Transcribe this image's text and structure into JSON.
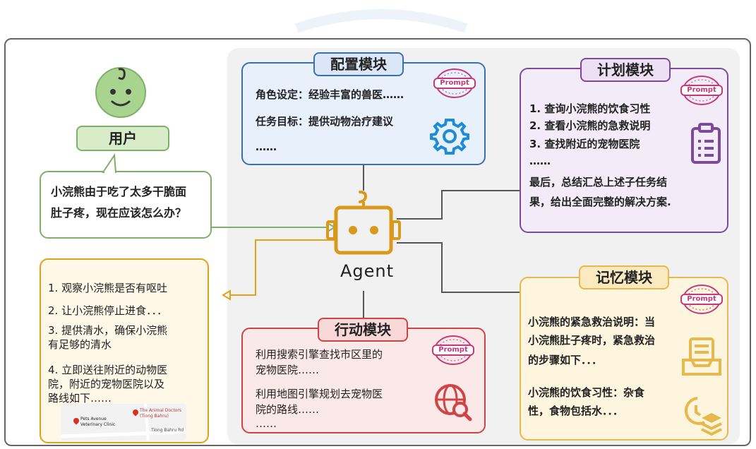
{
  "user": {
    "label": "用户",
    "question": [
      "小浣熊由于吃了太多干脆面",
      "肚子疼，现在应该怎么办？"
    ]
  },
  "answer": {
    "lines": [
      "1. 观察小浣熊是否有呕吐",
      "2. 让小浣熊停止进食．．．",
      "3. 提供清水，确保小浣熊",
      "有足够的清水",
      "4. 立即送往附近的动物医",
      "院，附近的宠物医院以及",
      "路线如下……"
    ],
    "map": {
      "place1": "Pets Avenue Veterinary Clinic",
      "place2": "The Animal Doctors (Tiong Bahru)",
      "road": "Tiong Bahru Rd"
    }
  },
  "agent": {
    "label": "Agent"
  },
  "config_module": {
    "title": "配置模块",
    "lines": [
      "角色设定：经验丰富的兽医……",
      "任务目标：提供动物治疗建议",
      "……"
    ]
  },
  "plan_module": {
    "title": "计划模块",
    "lines": [
      "1. 查询小浣熊的饮食习性",
      "2. 查看小浣熊的急救说明",
      "3. 查找附近的宠物医院",
      "……",
      "最后，总结汇总上述子任务结",
      "果，给出全面完整的解决方案."
    ]
  },
  "memory_module": {
    "title": "记忆模块",
    "lines": [
      "小浣熊的紧急救治说明：当",
      "小浣熊肚子疼时，紧急救治",
      "的步骤如下．．．",
      "小浣熊的饮食习性：杂食",
      "性，食物包括水．．．"
    ]
  },
  "action_module": {
    "title": "行动模块",
    "lines": [
      "利用搜索引擎查找市区里的",
      "宠物医院……",
      "利用地图引擎规划去宠物医",
      "院的路线……",
      "……"
    ]
  },
  "prompt_badge": "Prompt",
  "colors": {
    "user_green": "#7fb069",
    "answer_orange": "#e0a21b",
    "config_blue": "#3a6fb0",
    "plan_purple": "#7b4a9b",
    "memory_yellow": "#e6b84d",
    "action_red": "#cf4444",
    "agent_gold": "#d99a1b",
    "prompt_pink": "#c23a7a"
  },
  "icons": [
    "baby-face-icon",
    "gear-icon",
    "clipboard-list-icon",
    "inbox-tray-icon",
    "layers-clock-icon",
    "globe-search-icon",
    "robot-icon",
    "prompt-badge-icon"
  ]
}
